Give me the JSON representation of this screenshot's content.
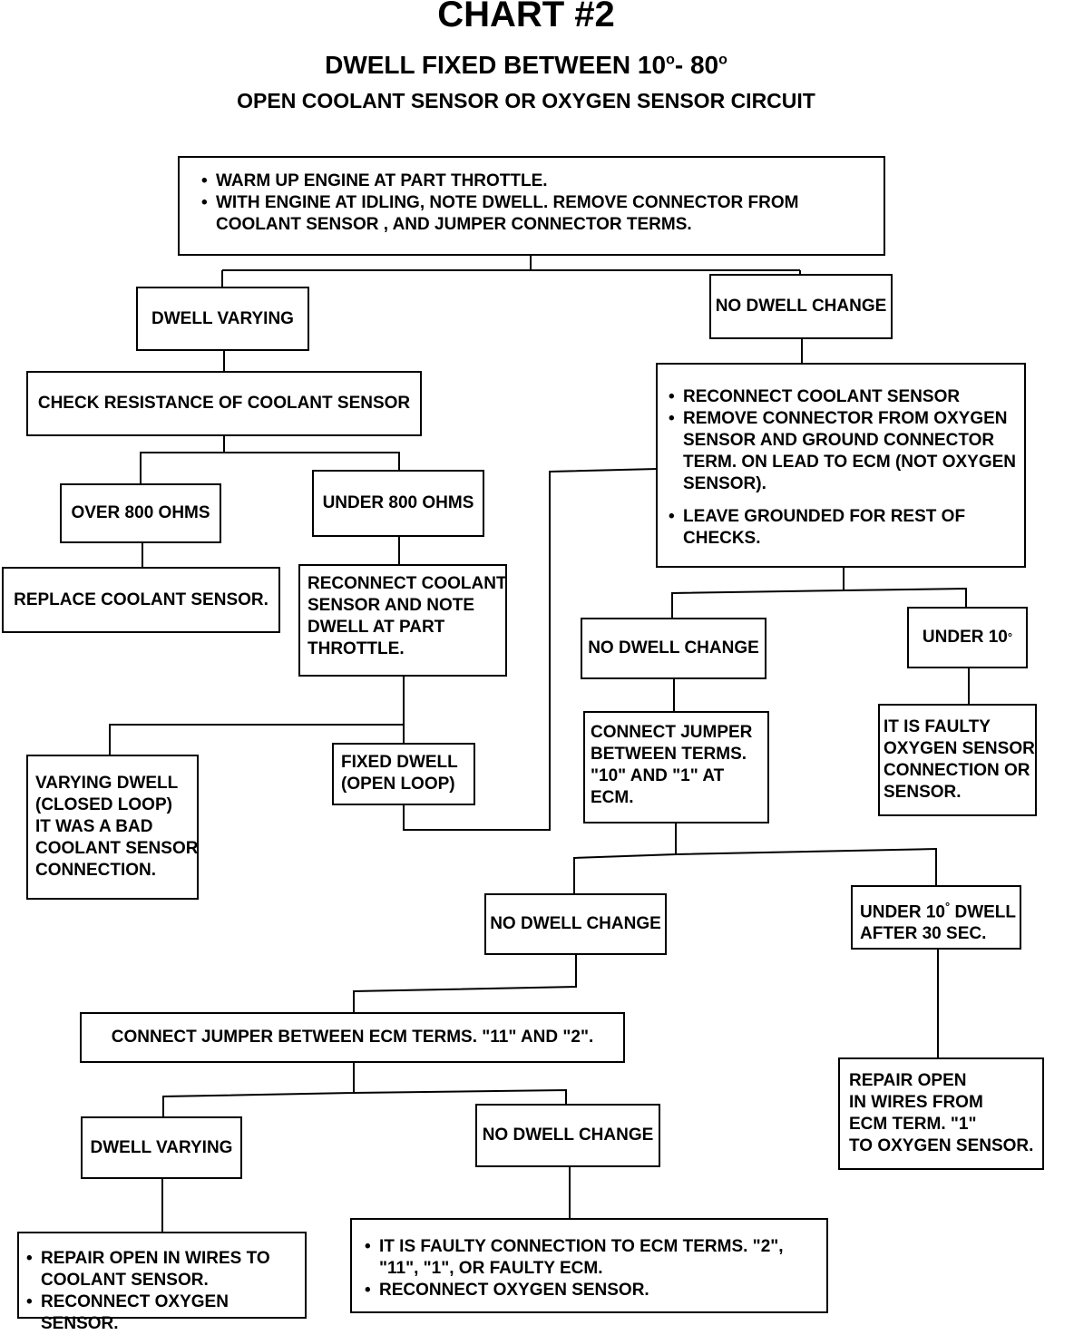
{
  "header": {
    "title": "CHART #2",
    "subtitle_pre": "DWELL FIXED BETWEEN  10",
    "subtitle_deg1": "o",
    "subtitle_mid": "- 80",
    "subtitle_deg2": "o",
    "subtitle2": "OPEN COOLANT SENSOR OR OXYGEN SENSOR CIRCUIT"
  },
  "nodes": {
    "start": {
      "bullets": [
        "WARM UP ENGINE AT PART THROTTLE.",
        "WITH ENGINE AT IDLING, NOTE DWELL. REMOVE CONNECTOR FROM COOLANT SENSOR , AND JUMPER CONNECTOR TERMS."
      ]
    },
    "dwell_varying_1": {
      "text": "DWELL VARYING"
    },
    "no_dwell_change_1": {
      "text": "NO DWELL CHANGE"
    },
    "check_resistance": {
      "text": "CHECK RESISTANCE OF COOLANT SENSOR"
    },
    "over_800": {
      "text": "OVER 800 OHMS"
    },
    "under_800": {
      "text": "UNDER 800 OHMS"
    },
    "replace_coolant": {
      "text": "REPLACE COOLANT SENSOR."
    },
    "reconnect_note": {
      "lines": [
        "RECONNECT COOLANT",
        "SENSOR AND NOTE",
        "DWELL AT PART",
        "THROTTLE."
      ]
    },
    "varying_dwell_closed": {
      "lines": [
        "VARYING DWELL",
        "(CLOSED LOOP)",
        "IT WAS A BAD",
        "COOLANT SENSOR",
        "CONNECTION."
      ]
    },
    "fixed_dwell_open": {
      "lines": [
        "FIXED DWELL",
        "(OPEN LOOP)"
      ]
    },
    "reconnect_ground": {
      "bullets": [
        "RECONNECT COOLANT SENSOR",
        "REMOVE CONNECTOR  FROM OXYGEN SENSOR AND GROUND CONNECTOR TERM. ON LEAD TO ECM (NOT OXYGEN SENSOR).",
        "LEAVE GROUNDED FOR REST OF CHECKS."
      ]
    },
    "no_dwell_change_2": {
      "text": "NO DWELL CHANGE"
    },
    "under_10": {
      "text": "UNDER 10",
      "deg": "°"
    },
    "connect_jumper_10_1": {
      "lines": [
        "CONNECT JUMPER",
        "BETWEEN TERMS.",
        "\"10\" AND \"1\" AT",
        "ECM."
      ]
    },
    "faulty_oxygen": {
      "lines": [
        "IT IS FAULTY",
        "OXYGEN SENSOR",
        "CONNECTION OR",
        "SENSOR."
      ]
    },
    "no_dwell_change_3": {
      "text": "NO DWELL CHANGE"
    },
    "under_10_after_30": {
      "line1_pre": "UNDER 10",
      "deg": "°",
      "line1_post": " DWELL",
      "line2": "AFTER 30 SEC."
    },
    "connect_jumper_11_2": {
      "text": "CONNECT JUMPER BETWEEN ECM TERMS. \"11\" AND \"2\"."
    },
    "repair_open_ecm1": {
      "lines": [
        "REPAIR OPEN",
        "IN WIRES FROM",
        "ECM TERM. \"1\"",
        "TO OXYGEN SENSOR."
      ]
    },
    "dwell_varying_2": {
      "text": "DWELL VARYING"
    },
    "no_dwell_change_4": {
      "text": "NO DWELL CHANGE"
    },
    "repair_open_coolant": {
      "bullets": [
        "REPAIR OPEN IN WIRES TO COOLANT SENSOR.",
        "RECONNECT OXYGEN SENSOR."
      ]
    },
    "faulty_connection_ecm": {
      "bullets": [
        "IT IS FAULTY  CONNECTION TO ECM TERMS. \"2\", \"11\", \"1\", OR FAULTY ECM.",
        "RECONNECT OXYGEN SENSOR."
      ]
    }
  }
}
